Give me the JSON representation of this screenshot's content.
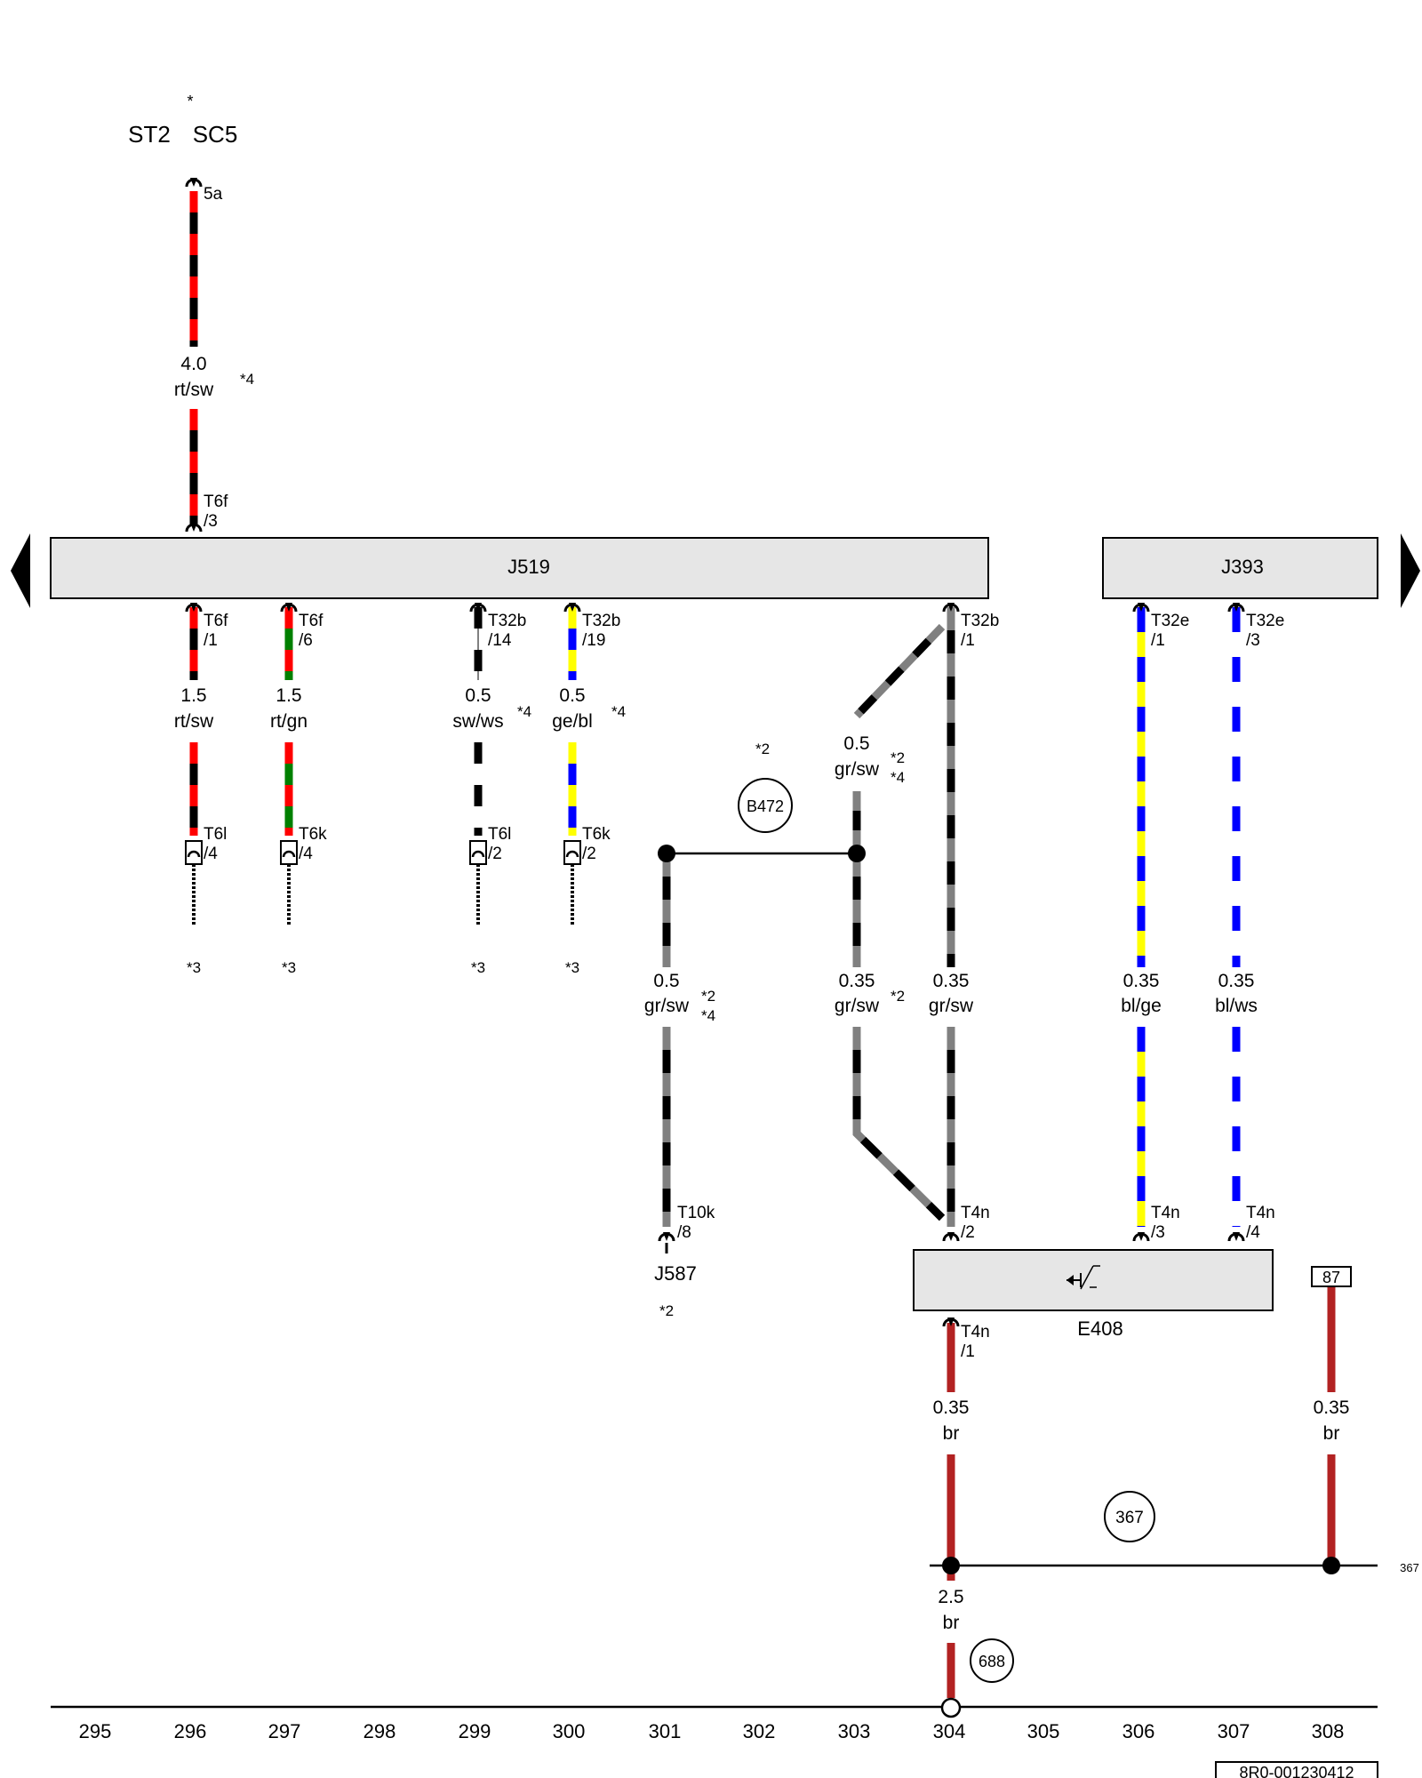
{
  "top_labels": {
    "st": "ST2",
    "sc": "SC5",
    "star": "*"
  },
  "components": {
    "j519": "J519",
    "j393": "J393",
    "e408": "E408",
    "j587": "J587",
    "relay_87": "87"
  },
  "connectors": {
    "c5a": "5a",
    "t6f_3_name": "T6f",
    "t6f_3_pin": "/3",
    "t6f_1_name": "T6f",
    "t6f_1_pin": "/1",
    "t6f_6_name": "T6f",
    "t6f_6_pin": "/6",
    "t32b_14_name": "T32b",
    "t32b_14_pin": "/14",
    "t32b_19_name": "T32b",
    "t32b_19_pin": "/19",
    "t32b_1_name": "T32b",
    "t32b_1_pin": "/1",
    "t32e_1_name": "T32e",
    "t32e_1_pin": "/1",
    "t32e_3_name": "T32e",
    "t32e_3_pin": "/3",
    "t6l_4_name": "T6l",
    "t6l_4_pin": "/4",
    "t6k_4_name": "T6k",
    "t6k_4_pin": "/4",
    "t6l_2_name": "T6l",
    "t6l_2_pin": "/2",
    "t6k_2_name": "T6k",
    "t6k_2_pin": "/2",
    "t10k_8_name": "T10k",
    "t10k_8_pin": "/8",
    "t4n_2_name": "T4n",
    "t4n_2_pin": "/2",
    "t4n_3_name": "T4n",
    "t4n_3_pin": "/3",
    "t4n_4_name": "T4n",
    "t4n_4_pin": "/4",
    "t4n_1_name": "T4n",
    "t4n_1_pin": "/1"
  },
  "wires": {
    "w_top_size": "4.0",
    "w_top_color": "rt/sw",
    "w296_size": "1.5",
    "w296_color": "rt/sw",
    "w297_size": "1.5",
    "w297_color": "rt/gn",
    "w299_size": "0.5",
    "w299_color": "sw/ws",
    "w300_size": "0.5",
    "w300_color": "ge/bl",
    "w303_upper_size": "0.5",
    "w303_upper_color": "gr/sw",
    "w301_size": "0.5",
    "w301_color": "gr/sw",
    "w303_lower_size": "0.35",
    "w303_lower_color": "gr/sw",
    "w304_size": "0.35",
    "w304_color": "gr/sw",
    "w306_size": "0.35",
    "w306_color": "bl/ge",
    "w307_size": "0.35",
    "w307_color": "bl/ws",
    "w304b_size": "0.35",
    "w304b_color": "br",
    "w308_size": "0.35",
    "w308_color": "br",
    "w_ground_size": "2.5",
    "w_ground_color": "br"
  },
  "footnotes": {
    "fn_top": "*4",
    "fn299": "*4",
    "fn300": "*4",
    "fn296_bottom": "*3",
    "fn297_bottom": "*3",
    "fn299_bottom": "*3",
    "fn300_bottom": "*3",
    "fn_b472": "*2",
    "fn303_upper_a": "*2",
    "fn303_upper_b": "*4",
    "fn301_a": "*2",
    "fn301_b": "*4",
    "fn303_lower": "*2",
    "fn_j587": "*2"
  },
  "references": {
    "b472": "B472",
    "r367": "367",
    "r688": "688",
    "right_edge": "367"
  },
  "track_numbers": [
    "295",
    "296",
    "297",
    "298",
    "299",
    "300",
    "301",
    "302",
    "303",
    "304",
    "305",
    "306",
    "307",
    "308"
  ],
  "document_id": "8R0-001230412",
  "colors": {
    "red": "#ff0000",
    "black": "#000000",
    "green": "#008000",
    "yellow": "#ffff00",
    "blue": "#0000ff",
    "gray": "#808080",
    "white": "#ffffff",
    "brown": "#b22222",
    "box_fill": "#e6e6e6"
  }
}
